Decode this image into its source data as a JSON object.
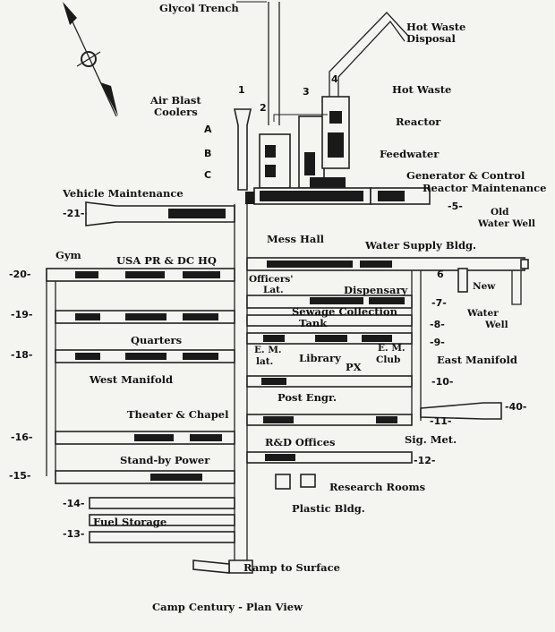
{
  "title": "Camp Century - Plan View",
  "labels": {
    "glycol_trench": "Glycol Trench",
    "hot_waste_disposal_1": "Hot Waste",
    "hot_waste_disposal_2": "Disposal",
    "hot_waste": "Hot Waste",
    "reactor": "Reactor",
    "feedwater": "Feedwater",
    "generator_control": "Generator & Control",
    "reactor_maintenance": "Reactor Maintenance",
    "air_blast_1": "Air Blast",
    "air_blast_2": "Coolers",
    "vehicle_maintenance": "Vehicle Maintenance",
    "old_water_well_1": "Old",
    "old_water_well_2": "Water Well",
    "mess_hall": "Mess Hall",
    "water_supply": "Water Supply Bldg.",
    "gym": "Gym",
    "usa_pr": "USA PR & DC HQ",
    "officers_1": "Officers'",
    "officers_2": "Lat.",
    "dispensary": "Dispensary",
    "new_water_well_1": "New",
    "new_water_well_2": "Water",
    "new_water_well_3": "Well",
    "sewage_1": "Sewage Collection",
    "sewage_2": "Tank",
    "quarters": "Quarters",
    "em_lat_1": "E. M.",
    "em_lat_2": "lat.",
    "library": "Library",
    "px": "PX",
    "em_club_1": "E. M.",
    "em_club_2": "Club",
    "east_manifold": "East Manifold",
    "west_manifold": "West Manifold",
    "post_engr": "Post Engr.",
    "theater": "Theater & Chapel",
    "rd_offices": "R&D Offices",
    "sig_met": "Sig. Met.",
    "standby": "Stand-by Power",
    "research": "Research Rooms",
    "plastic": "Plastic Bldg.",
    "fuel": "Fuel Storage",
    "ramp": "Ramp to Surface"
  },
  "letters": [
    "A",
    "B",
    "C"
  ],
  "numbers": {
    "n1": "1",
    "n2": "2",
    "n3": "3",
    "n4": "4",
    "n5": "-5-",
    "n6": "6",
    "n7": "-7-",
    "n8": "-8-",
    "n9": "-9-",
    "n10": "-10-",
    "n11": "-11-",
    "n12": "-12-",
    "n13": "-13-",
    "n14": "-14-",
    "n15": "-15-",
    "n16": "-16-",
    "n18": "-18-",
    "n19": "-19-",
    "n20": "-20-",
    "n21": "-21-",
    "n40": "-40-"
  }
}
